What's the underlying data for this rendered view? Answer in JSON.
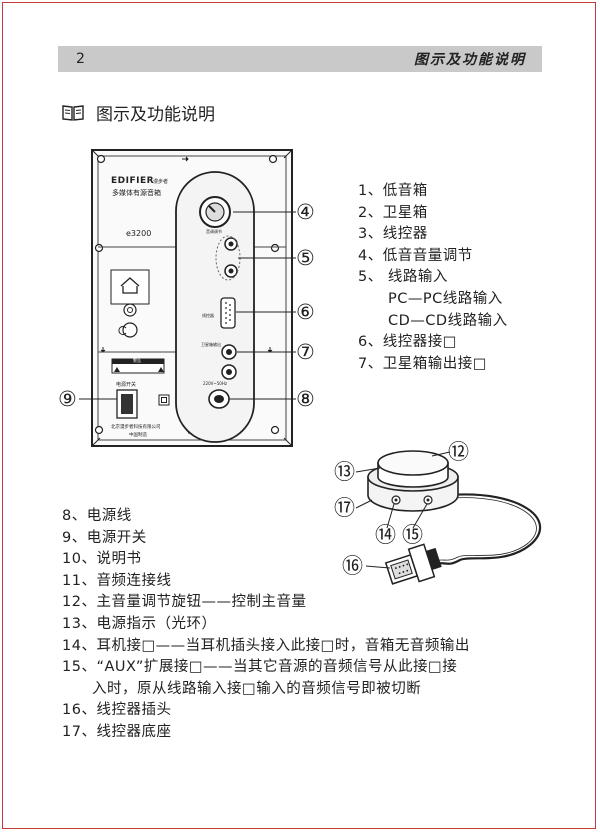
{
  "header": {
    "page_number": "2",
    "title": "图示及功能说明"
  },
  "section": {
    "title": "图示及功能说明",
    "icon": "open-book-icon"
  },
  "panel": {
    "brand": "EDIFIER",
    "brand_cn": "漫步者",
    "subtitle": "多媒体有源音箱",
    "model": "e3200",
    "knob_label": "音调调节",
    "power_label": "电源开关",
    "line_label": "线控器",
    "jack_label": "卫星箱输出",
    "ac_label": "220V~50Hz",
    "footer_line": "北京漫步者科技有限公司",
    "footer_made": "中国制造",
    "warning_header": "警告",
    "callouts": [
      "④",
      "⑤",
      "⑥",
      "⑦",
      "⑧",
      "⑨"
    ]
  },
  "list1": [
    "1、低音箱",
    "2、卫星箱",
    "3、线控器",
    "4、低音音量调节",
    "5、 线路输入",
    "PC—PC线路输入",
    "CD—CD线路输入",
    "6、线控器接□",
    "7、卫星箱输出接□"
  ],
  "controller": {
    "callouts": [
      "⑫",
      "⑬",
      "⑰",
      "⑭",
      "⑮",
      "⑯"
    ]
  },
  "list2": [
    "8、电源线",
    "9、电源开关",
    "10、说明书",
    "11、音频连接线",
    "12、主音量调节旋钮——控制主音量",
    "13、电源指示（光环）",
    "14、耳机接□——当耳机插头接入此接□时，音箱无音频输出",
    "15、“AUX”扩展接□——当其它音源的音频信号从此接□接",
    "入时，原从线路输入接□输入的音频信号即被切断",
    "16、线控器插头",
    "17、线控器底座"
  ]
}
